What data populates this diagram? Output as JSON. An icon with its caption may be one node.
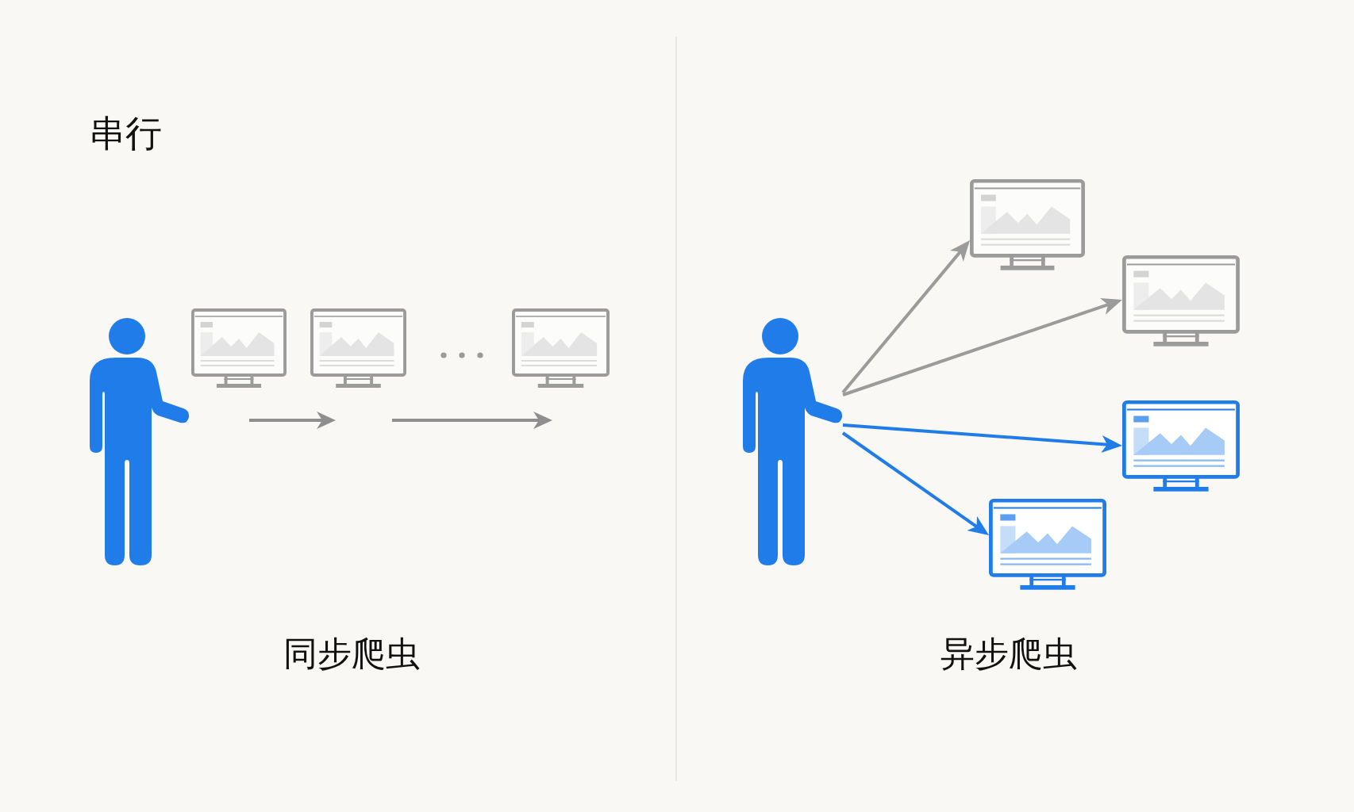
{
  "diagram": {
    "nodes": [
      {
        "text": [],
        "shape": "person"
      },
      {
        "text": [],
        "shape": "monitor"
      },
      {
        "text": [],
        "shape": "monitor"
      },
      {
        "text": [],
        "shape": "monitor"
      },
      {
        "text": [],
        "shape": "person"
      },
      {
        "text": [],
        "shape": "monitor"
      },
      {
        "text": [],
        "shape": "monitor"
      },
      {
        "text": [],
        "shape": "monitor"
      },
      {
        "text": [],
        "shape": "monitor"
      }
    ],
    "edges": [
      {
        "from": 4,
        "to": 5,
        "arrow": "to"
      },
      {
        "from": 4,
        "to": 6,
        "arrow": "to"
      },
      {
        "from": 4,
        "to": 7,
        "arrow": "to",
        "color": "#1f7ce8"
      },
      {
        "from": 4,
        "to": 8,
        "arrow": "to",
        "color": "#1f7ce8"
      }
    ],
    "labels": [
      "串行",
      "同步爬虫",
      "异步爬虫"
    ]
  }
}
